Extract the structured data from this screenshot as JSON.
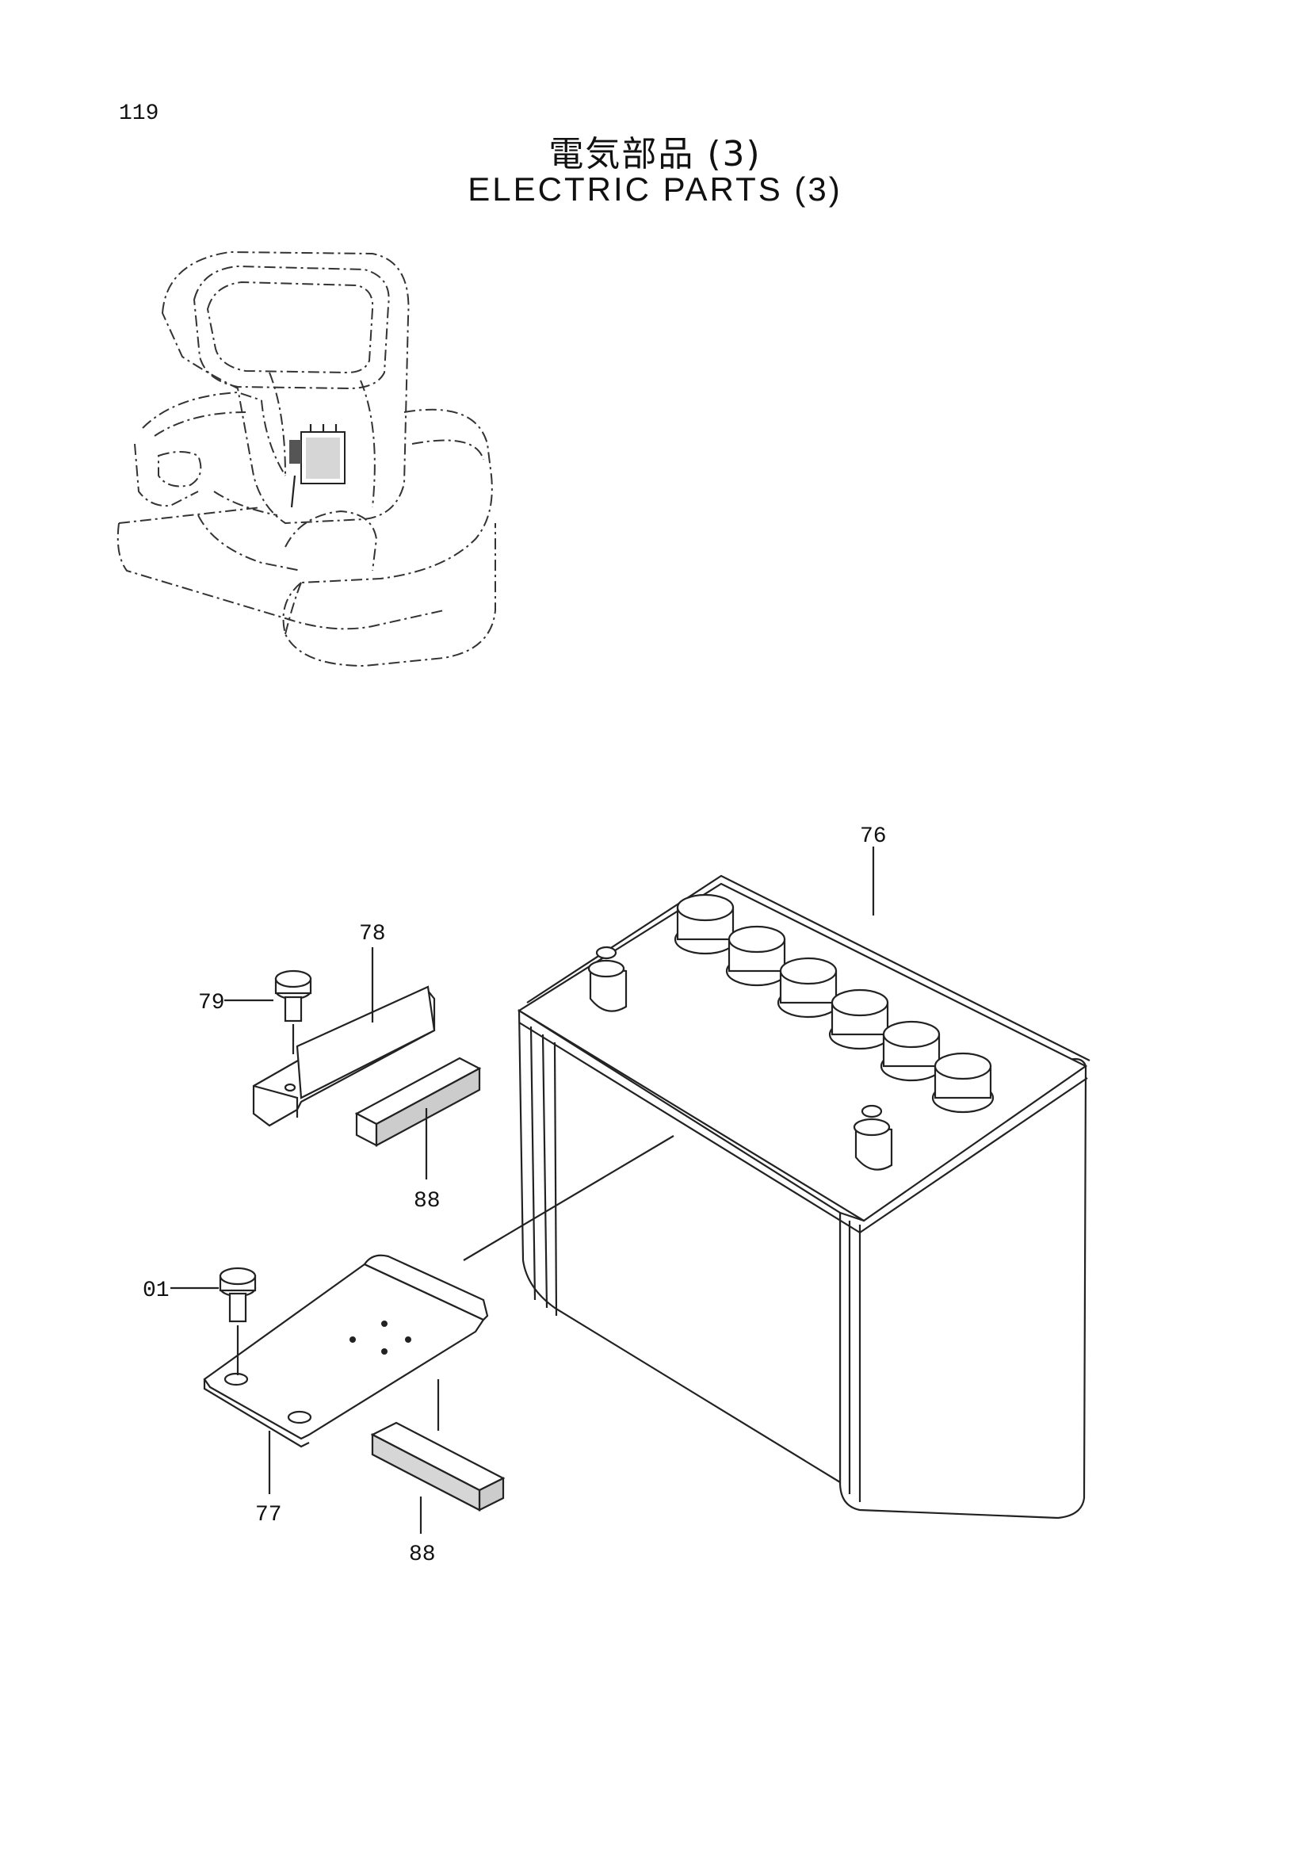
{
  "page": {
    "number": "119"
  },
  "title": {
    "japanese": "電気部品 (3)",
    "english": "ELECTRIC PARTS (3)"
  },
  "callouts": [
    {
      "id": "battery",
      "label": "76"
    },
    {
      "id": "battery-clamp",
      "label": "78"
    },
    {
      "id": "clamp-bolt",
      "label": "79"
    },
    {
      "id": "pad-upper",
      "label": "88"
    },
    {
      "id": "tray-bolt",
      "label": "01"
    },
    {
      "id": "battery-tray",
      "label": "77"
    },
    {
      "id": "pad-lower",
      "label": "88"
    }
  ]
}
